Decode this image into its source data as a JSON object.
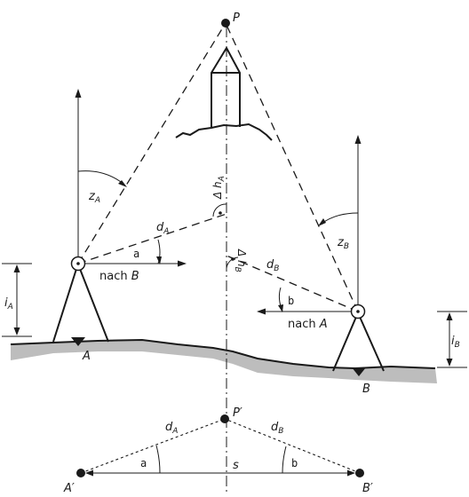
{
  "labels": {
    "P": "P",
    "zA": "z",
    "zA_sub": "A",
    "zB": "z",
    "zB_sub": "B",
    "dhA": "Δ h",
    "dhA_sub": "A",
    "dhB": "Δ h",
    "dhB_sub": "B",
    "dA": "d",
    "dA_sub": "A",
    "dB": "d",
    "dB_sub": "B",
    "a": "a",
    "b": "b",
    "nachB": "nach ",
    "nachB_target": "B",
    "nachA": "nach ",
    "nachA_target": "A",
    "iA": "i",
    "iA_sub": "A",
    "iB": "i",
    "iB_sub": "B",
    "A": "A",
    "B": "B",
    "Pprime": "P′",
    "dA2": "d",
    "dA2_sub": "A",
    "dB2": "d",
    "dB2_sub": "B",
    "a2": "a",
    "b2": "b",
    "s": "s",
    "Aprime": "A′",
    "Bprime": "B′"
  },
  "colors": {
    "ink": "#1a1a1a",
    "ground": "#bdbdbd"
  }
}
